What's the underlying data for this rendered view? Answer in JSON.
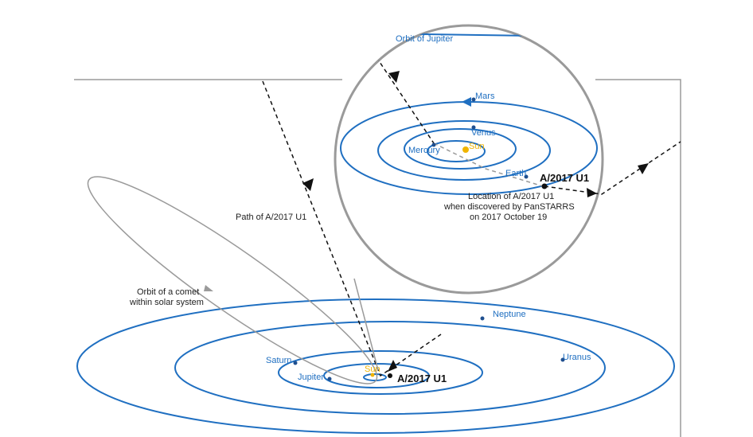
{
  "colors": {
    "orbit": "#1f6fc1",
    "sun": "#f0b400",
    "comet_orbit": "#9a9a9a",
    "path": "#111111",
    "frame": "#9a9a9a"
  },
  "zoom": {
    "orbit_of_jupiter": "Orbit of Jupiter",
    "mars": "Mars",
    "venus": "Venus",
    "mercury": "Mercury",
    "sun": "Sun",
    "earth": "Earth",
    "object": "A/2017 U1",
    "location_line1": "Location of A/2017 U1",
    "location_line2": "when discovered by PanSTARRS",
    "location_line3": "on 2017 October 19"
  },
  "outer": {
    "path_label": "Path of A/2017 U1",
    "comet_line1": "Orbit of a comet",
    "comet_line2": "within solar system",
    "neptune": "Neptune",
    "uranus": "Uranus",
    "saturn": "Saturn",
    "jupiter": "Jupiter",
    "sun": "Sun",
    "object": "A/2017 U1"
  }
}
